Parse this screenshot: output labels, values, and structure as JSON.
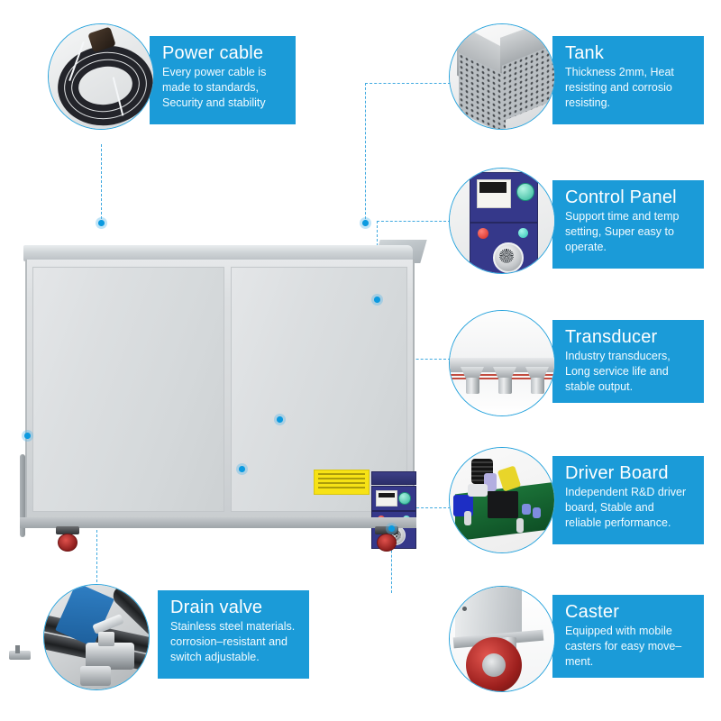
{
  "page": {
    "title": "Ultrasonic Cleaner Feature Infographic",
    "accent_color": "#1b9bd8",
    "connector_color": "#3fa9e0",
    "background": "#ffffff"
  },
  "callouts": [
    {
      "id": "power-cable",
      "title": "Power cable",
      "description": "Every power cable is made to standards, Security and stability",
      "photo_alt": "coiled black power cable",
      "position": "top-left"
    },
    {
      "id": "tank",
      "title": "Tank",
      "description": "Thickness 2mm, Heat resisting and corrosio resisting.",
      "photo_alt": "perforated stainless steel tank corner",
      "position": "top-right"
    },
    {
      "id": "control-panel",
      "title": "Control Panel",
      "description": "Support time and temp setting, Super easy to operate.",
      "photo_alt": "blue control panel with LCD, buttons and timer knob",
      "position": "right-upper"
    },
    {
      "id": "transducer",
      "title": "Transducer",
      "description": "Industry transducers, Long service life and stable output.",
      "photo_alt": "transducers bonded under tank plate",
      "position": "right-middle"
    },
    {
      "id": "driver-board",
      "title": "Driver Board",
      "description": "Independent R&D driver board, Stable and reliable performance.",
      "photo_alt": "green printed circuit driver board",
      "position": "right-lower"
    },
    {
      "id": "caster",
      "title": "Caster",
      "description": "Equipped with mobile casters for easy move–ment.",
      "photo_alt": "red swivel caster wheel with brake",
      "position": "bottom-right"
    },
    {
      "id": "drain-valve",
      "title": "Drain valve",
      "description": "Stainless steel materials. corrosion–resistant and switch adjustable.",
      "photo_alt": "stainless steel ball drain valve with blue tag",
      "position": "bottom-left"
    }
  ],
  "product": {
    "name": "Industrial ultrasonic cleaning machine",
    "hotspots": [
      {
        "id": "hotspot-power-cable",
        "label": "power cable hotspot"
      },
      {
        "id": "hotspot-tank",
        "label": "tank hotspot"
      },
      {
        "id": "hotspot-control-panel",
        "label": "control panel hotspot"
      },
      {
        "id": "hotspot-transducer",
        "label": "transducer hotspot"
      },
      {
        "id": "hotspot-driver-board",
        "label": "driver board hotspot"
      },
      {
        "id": "hotspot-caster",
        "label": "caster hotspot"
      },
      {
        "id": "hotspot-drain-valve",
        "label": "drain valve hotspot"
      }
    ]
  }
}
